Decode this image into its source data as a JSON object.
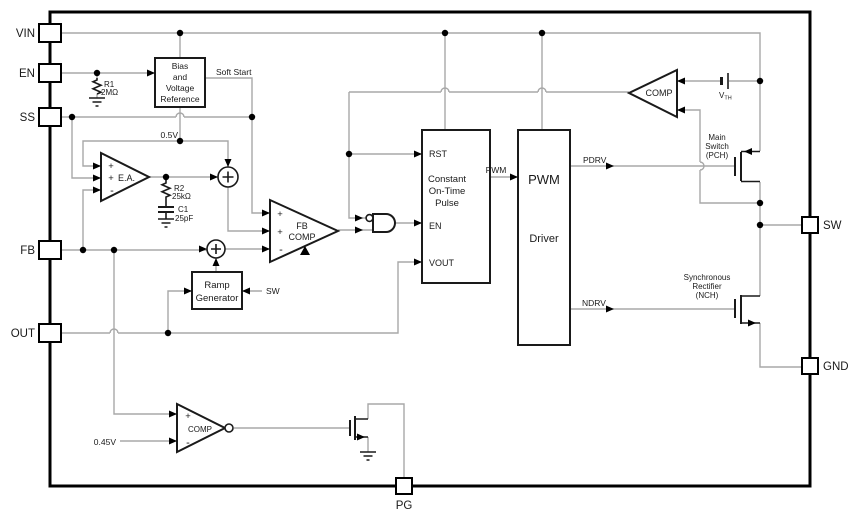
{
  "pins": {
    "vin": "VIN",
    "en": "EN",
    "ss": "SS",
    "fb": "FB",
    "out": "OUT",
    "sw": "SW",
    "gnd": "GND",
    "pg": "PG"
  },
  "blocks": {
    "bias": {
      "line1": "Bias",
      "line2": "and",
      "line3": "Voltage",
      "line4": "Reference"
    },
    "cot": {
      "in_rst": "RST",
      "title1": "Constant",
      "title2": "On-Time",
      "title3": "Pulse",
      "in_en": "EN",
      "in_vout": "VOUT"
    },
    "pwm_driver": {
      "line1": "PWM",
      "line2": "Driver"
    },
    "ramp": {
      "line1": "Ramp",
      "line2": "Generator"
    }
  },
  "amplifiers": {
    "error_amp": {
      "label": "E.A.",
      "plus": "+",
      "minus": "-"
    },
    "fb_comp": {
      "line1": "FB",
      "line2": "COMP",
      "plus": "+",
      "minus": "-"
    },
    "zc_comp": {
      "label": "COMP"
    },
    "pg_comp": {
      "label": "COMP",
      "plus": "+",
      "minus": "-"
    }
  },
  "components": {
    "r1": {
      "ref": "R1",
      "value": "2MΩ"
    },
    "r2": {
      "ref": "R2",
      "value": "25kΩ"
    },
    "c1": {
      "ref": "C1",
      "value": "25pF"
    },
    "vth": {
      "base": "V",
      "sub": "TH"
    },
    "main_switch": {
      "line1": "Main",
      "line2": "Switch",
      "line3": "(PCH)"
    },
    "sync_rect": {
      "line1": "Synchronous",
      "line2": "Rectifier",
      "line3": "(NCH)"
    }
  },
  "nets": {
    "soft_start": "Soft Start",
    "ref_05v": "0.5V",
    "ref_045v": "0.45V",
    "pwm": "PWM",
    "pdrv": "PDRV",
    "ndrv": "NDRV",
    "sw_feedback": "SW"
  },
  "colors": {
    "wire": "#a8a8a8",
    "ink": "#1a1a1a"
  }
}
